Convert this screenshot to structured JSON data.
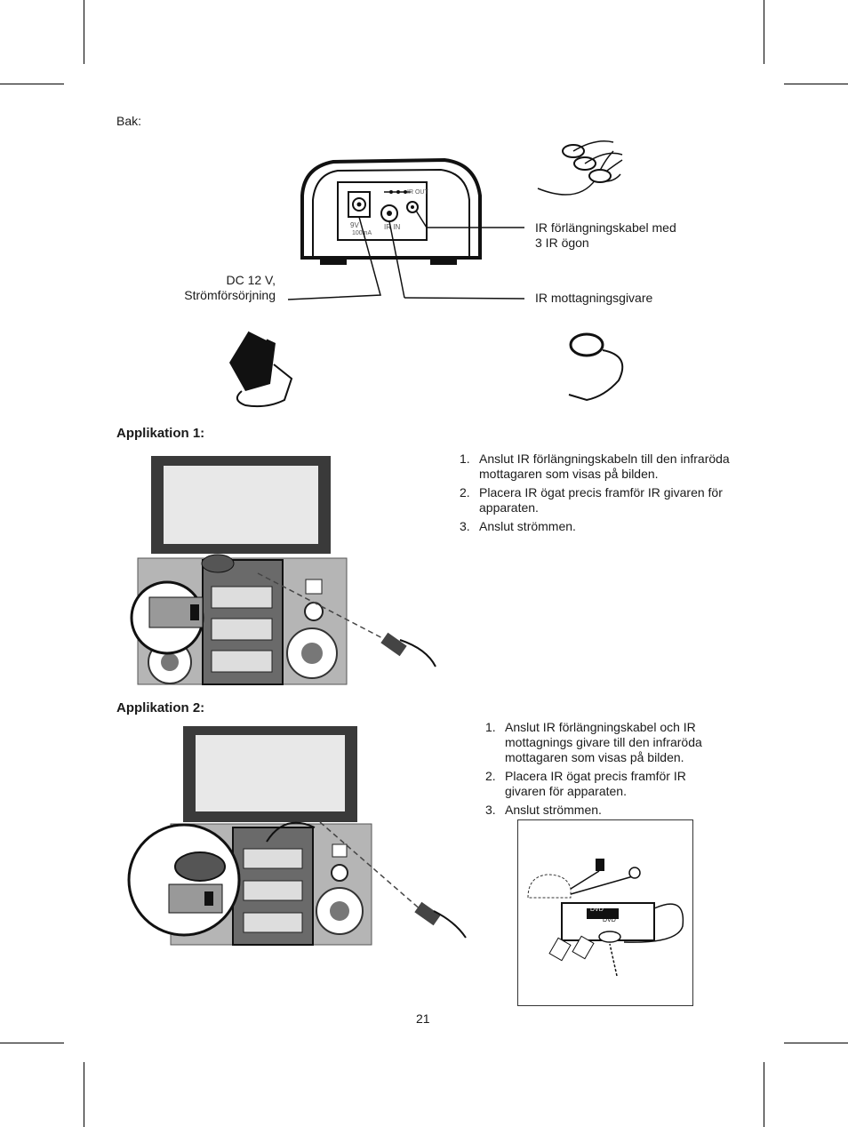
{
  "page": {
    "section_label": "Bak:",
    "page_number": "21"
  },
  "rear_panel": {
    "port_ir_out": "IR OUT",
    "port_ir_in": "IR IN",
    "power_rating_line1": "9V",
    "power_rating_line2": "100mA"
  },
  "callouts": {
    "dc_line1": "DC 12 V,",
    "dc_line2": "Strömförsörjning",
    "ir_cable_line1": "IR förlängningskabel med",
    "ir_cable_line2": "3 IR ögon",
    "ir_receiver": "IR mottagningsgivare"
  },
  "app1": {
    "title": "Applikation 1:",
    "steps": [
      {
        "num": "1.",
        "text": "Anslut IR förlängningskabeln till den infraröda mottagaren som visas på bilden."
      },
      {
        "num": "2.",
        "text": "Placera IR ögat precis framför IR givaren för apparaten."
      },
      {
        "num": "3.",
        "text": "Anslut strömmen."
      }
    ]
  },
  "app2": {
    "title": "Applikation 2:",
    "steps": [
      {
        "num": "1.",
        "text": "Anslut IR förlängningskabel och IR mottagnings givare  till den infraröda mottagaren som visas på bilden."
      },
      {
        "num": "2.",
        "text": "Placera IR ögat precis framför IR givaren för apparaten."
      },
      {
        "num": "3.",
        "text": "Anslut strömmen."
      }
    ],
    "diagram_labels": {
      "dvd_logo": "DVD",
      "dvd_slot": "DVD"
    }
  },
  "colors": {
    "ink": "#1a1a1a",
    "screen_light": "#e8e8e8",
    "cabinet": "#b5b5b5",
    "glass": "#6a6a6a"
  }
}
